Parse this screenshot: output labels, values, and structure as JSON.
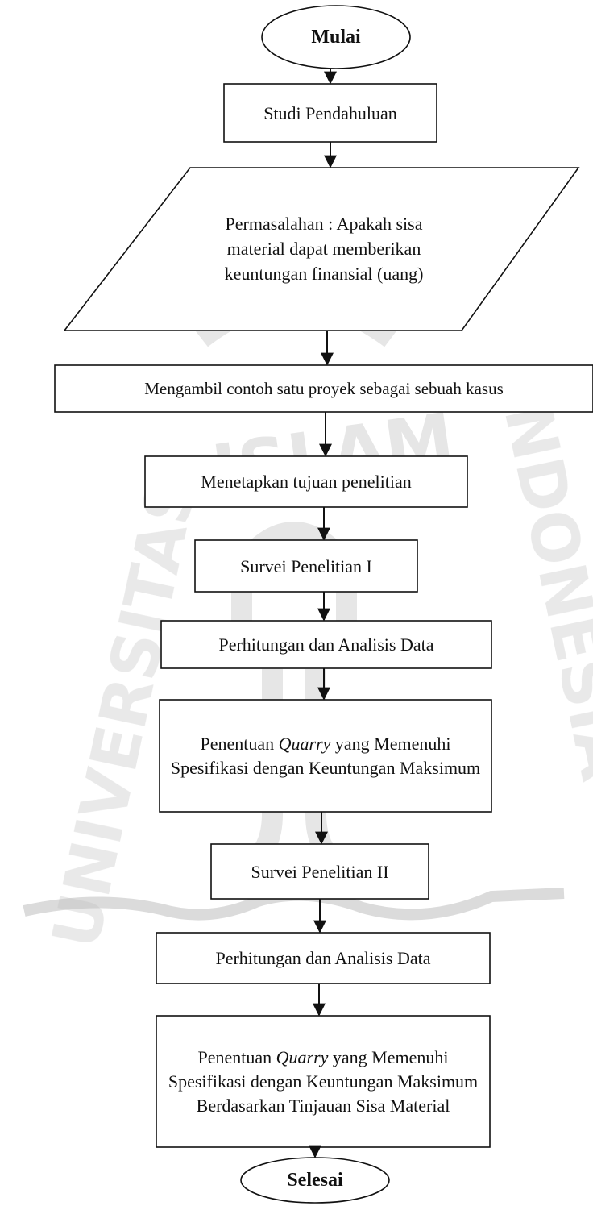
{
  "flowchart": {
    "start": {
      "label": "Mulai"
    },
    "steps": [
      {
        "id": "studi",
        "label": "Studi Pendahuluan"
      },
      {
        "id": "permasalahan",
        "label": "Permasalahan : Apakah sisa material dapat memberikan keuntungan finansial (uang)"
      },
      {
        "id": "contoh",
        "label": "Mengambil contoh satu proyek sebagai sebuah kasus"
      },
      {
        "id": "tujuan",
        "label": "Menetapkan tujuan penelitian"
      },
      {
        "id": "survei1",
        "label": "Survei Penelitian I"
      },
      {
        "id": "analisis1",
        "label": "Perhitungan dan Analisis Data"
      },
      {
        "id": "quarry1",
        "prefix": "Penentuan ",
        "emphasis": "Quarry",
        "suffix": " yang Memenuhi Spesifikasi dengan Keuntungan Maksimum"
      },
      {
        "id": "survei2",
        "label": "Survei Penelitian II"
      },
      {
        "id": "analisis2",
        "label": "Perhitungan dan Analisis Data"
      },
      {
        "id": "quarry2",
        "prefix": "Penentuan ",
        "emphasis": "Quarry",
        "suffix": " yang Memenuhi Spesifikasi dengan Keuntungan Maksimum Berdasarkan Tinjauan Sisa Material"
      }
    ],
    "end": {
      "label": "Selesai"
    }
  },
  "watermark": {
    "text_top": "ISLAM",
    "text_left": "UNIVERSITAS",
    "text_right": "INDONESIA",
    "color": "#c8c8c8"
  },
  "colors": {
    "line": "#111111",
    "fill": "#ffffff"
  }
}
